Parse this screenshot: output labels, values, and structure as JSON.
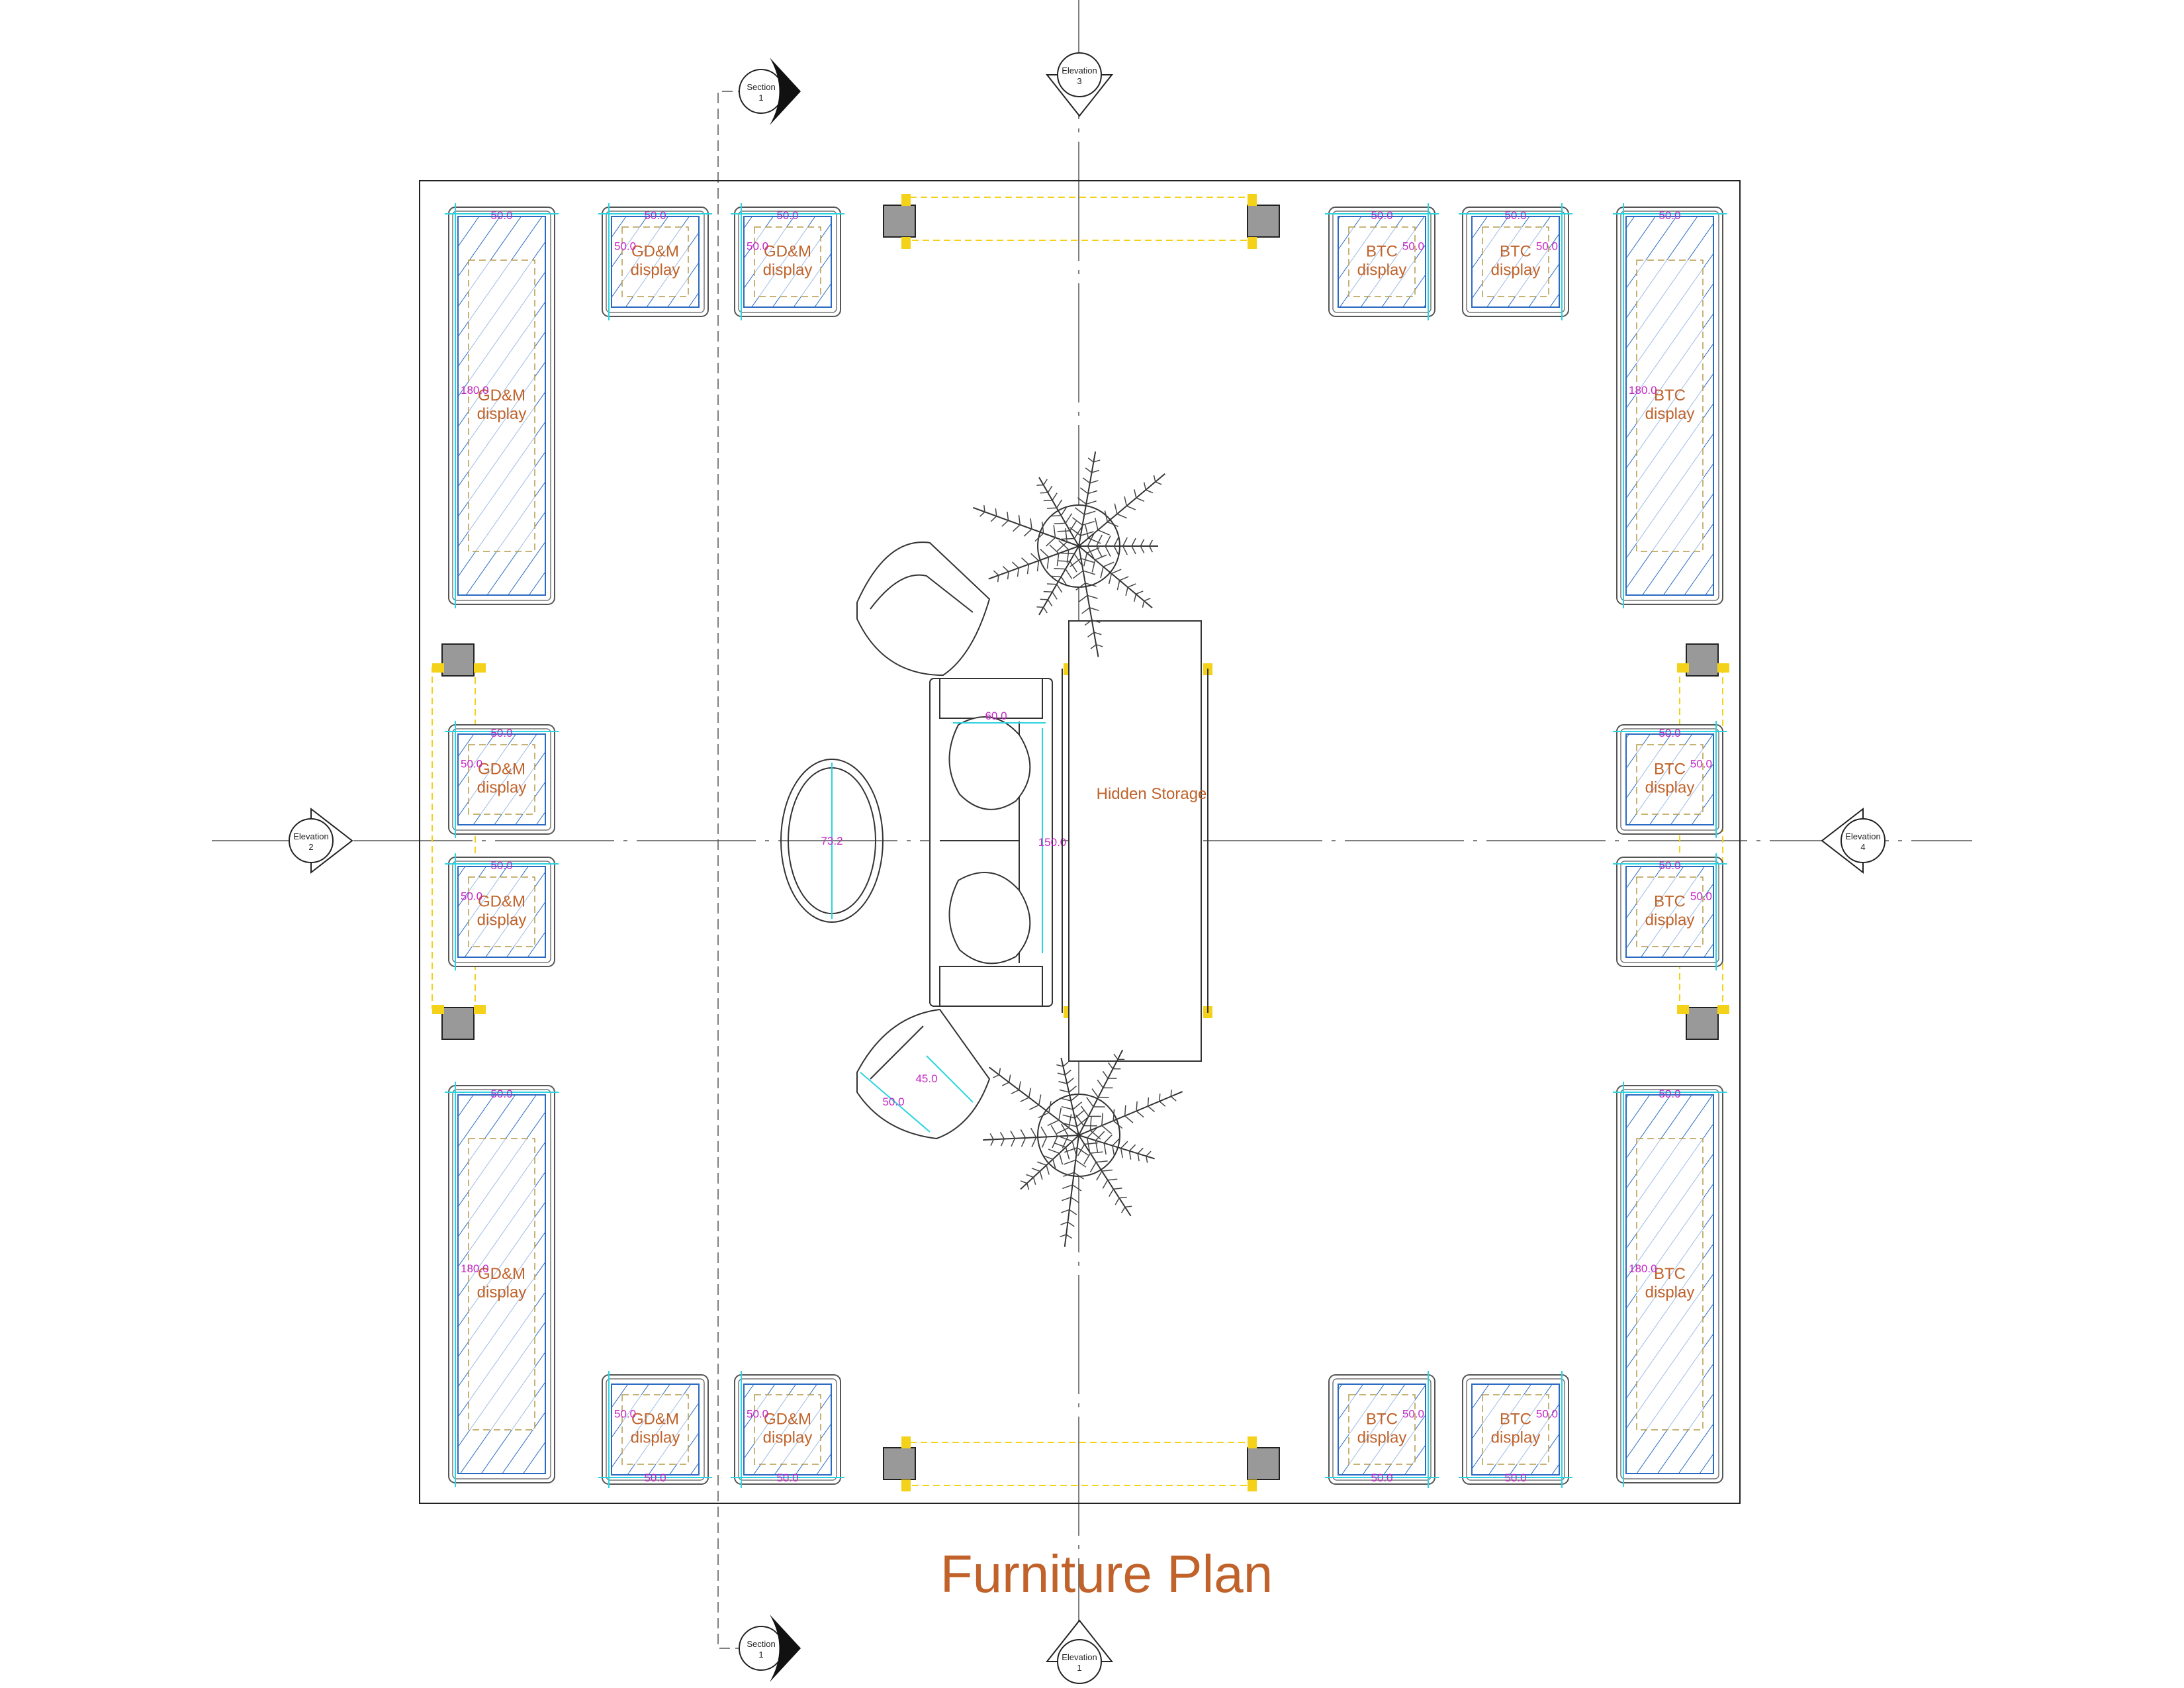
{
  "title": "Furniture Plan",
  "labels": {
    "gdm_line1": "GD&M",
    "display": "display",
    "btc": "BTC",
    "hidden_storage": "Hidden Storage"
  },
  "dimensions": {
    "d50": "50.0",
    "d180": "180.0",
    "d60": "60.0",
    "d150": "150.0",
    "d73": "73.2",
    "d45": "45.0"
  },
  "markers": {
    "section_word": "Section",
    "section_num": "1",
    "elevation_word": "Elevation",
    "elev_top_num": "3",
    "elev_bottom_num": "1",
    "elev_left_num": "2",
    "elev_right_num": "4"
  },
  "colors": {
    "label": "#c0622a",
    "dimension": "#c526c5",
    "hatch": "#2a6ac2",
    "cyan": "#2ad4e0",
    "yellow": "#f4d21a",
    "wall": "#222222"
  }
}
